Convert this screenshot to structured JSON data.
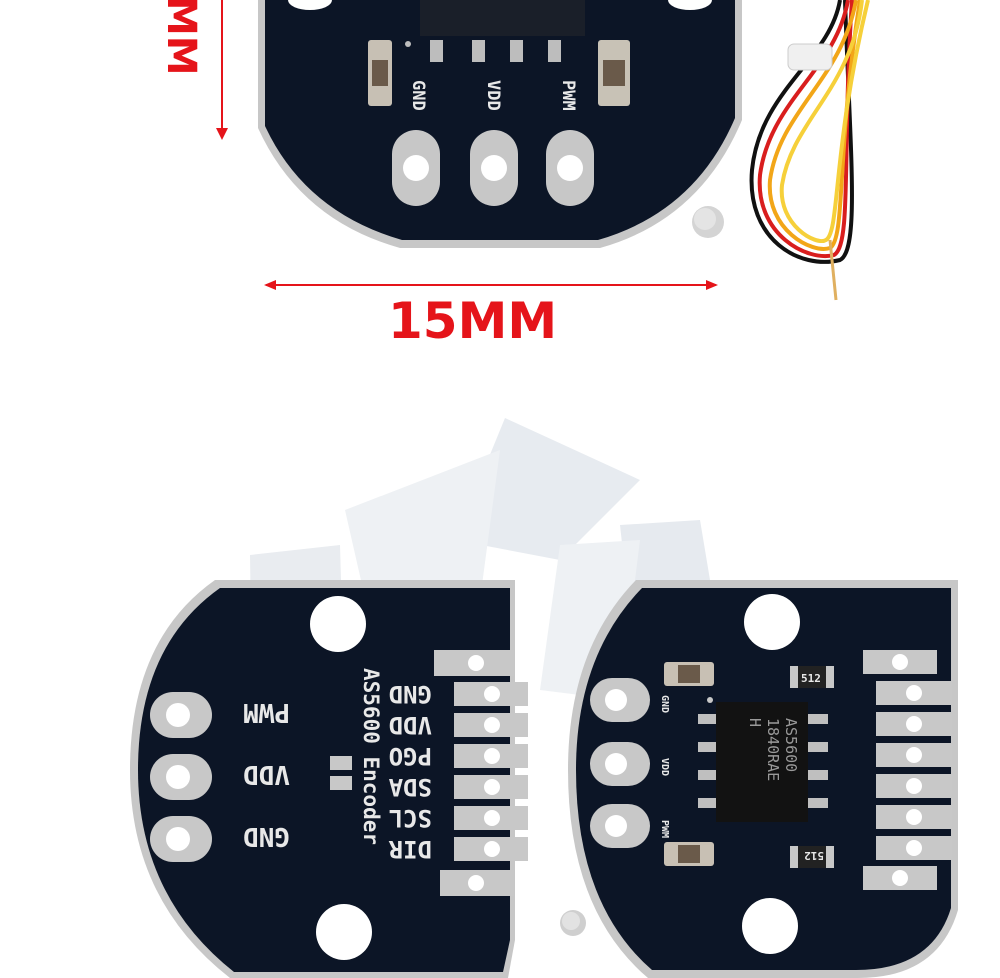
{
  "dimensions": {
    "width_label": "15MM",
    "height_label_partial": "MM"
  },
  "board_top": {
    "pin_labels": [
      "GND",
      "VDD",
      "PWM"
    ]
  },
  "board_back": {
    "left_pin_labels": [
      "PWM",
      "VDD",
      "GND"
    ],
    "title": "AS5600 Encoder",
    "header_labels": [
      "GND",
      "VDD",
      "PGO",
      "SDA",
      "SCL",
      "DIR"
    ]
  },
  "board_front": {
    "pin_labels": [
      "GND",
      "VDD",
      "PWM"
    ],
    "chip_line1": "AS5600",
    "chip_line2": "1840RAE",
    "chip_line3": "H",
    "resistor_label_top": "512",
    "resistor_label_bottom": "512"
  },
  "colors": {
    "pcb": "#0c1526",
    "dimension": "#e5141a",
    "pad": "#c8c8c8"
  }
}
